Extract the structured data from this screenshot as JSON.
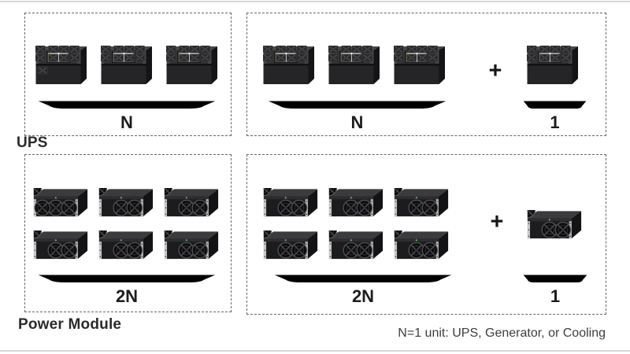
{
  "rows": {
    "ups": {
      "row_label": "UPS",
      "config_n": {
        "brace_label": "N",
        "unit_count": 3
      },
      "config_n_plus_1": {
        "brace_label": "N",
        "plus_sign": "+",
        "redundant_brace_label": "1",
        "unit_count": 3,
        "redundant_unit_count": 1
      }
    },
    "power_module": {
      "row_label": "Power Module",
      "config_2n": {
        "brace_label": "2N",
        "unit_count": 6
      },
      "config_2n_plus_1": {
        "brace_label": "2N",
        "plus_sign": "+",
        "redundant_brace_label": "1",
        "unit_count": 6,
        "redundant_unit_count": 1
      }
    }
  },
  "footnote": "N=1 unit: UPS, Generator, or Cooling",
  "icons": {
    "ups_unit": "ups-rack-unit-icon",
    "power_module_unit": "power-module-rack-unit-icon",
    "brace": "grouping-brace",
    "plus": "plus-sign"
  },
  "colors": {
    "dashed_border": "#666666",
    "frame_line": "#d6d6d6",
    "device_body": "#2d2d2f",
    "device_side": "#141416",
    "screen": "#edefed",
    "screen_accent_green": "#8ca656",
    "logo_red": "#b5443c",
    "button_red": "#933730",
    "rail_silver": "#c8c8c8",
    "led_green": "#62c462",
    "brace_stroke": "#58585a",
    "count_text": "#1c1c1c",
    "note_text": "#3d3d3d"
  }
}
